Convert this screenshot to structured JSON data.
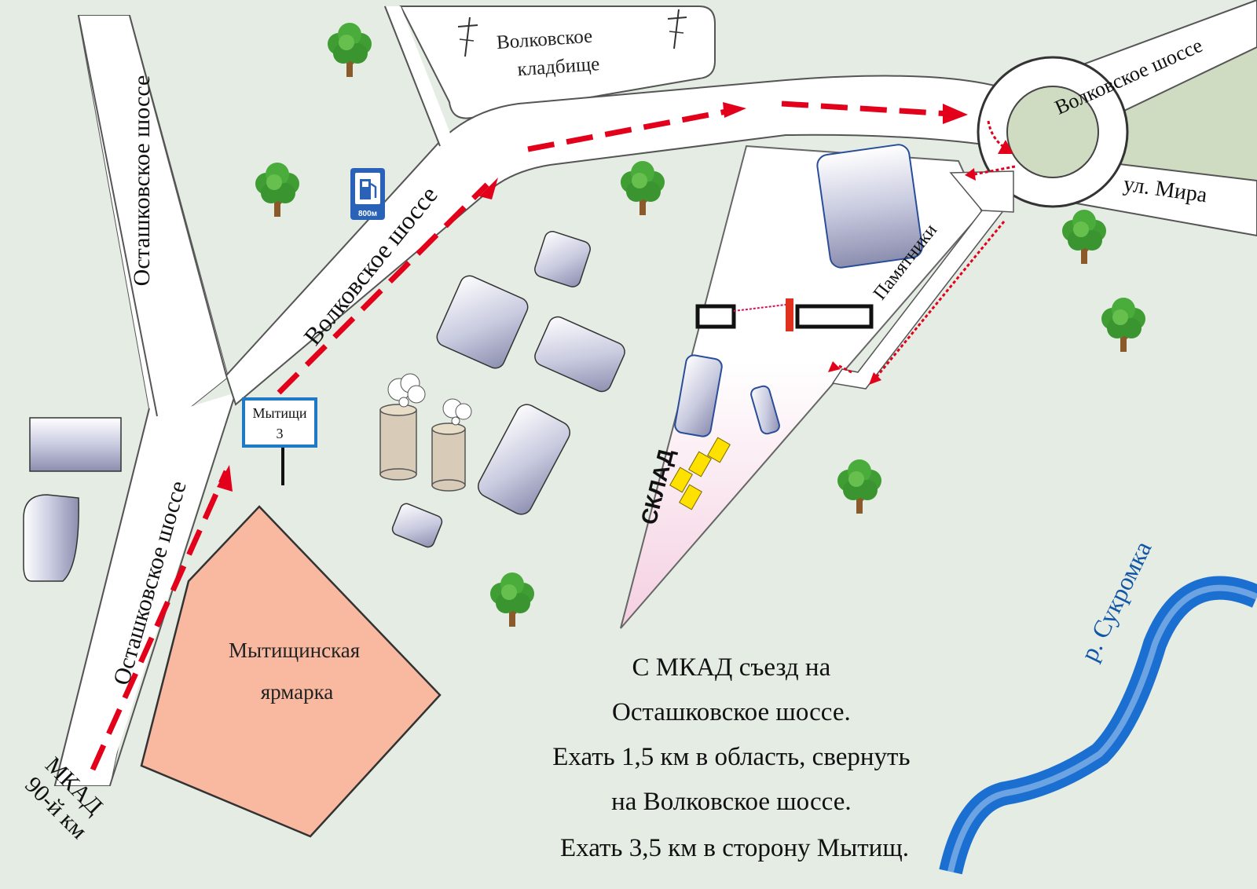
{
  "map": {
    "colors": {
      "land": "#e4ece4",
      "road": "#ffffff",
      "route": "#e3001b",
      "fair": "#f9b9a0",
      "river": "#1a6fd1",
      "park": "#cfdcc2",
      "warehouse_area": "#f6d6e4",
      "markers": "#ffe100"
    },
    "streets": {
      "ostashkovskoe_upper": "Осташковское шоссе",
      "ostashkovskoe_lower": "Осташковское шоссе",
      "volkovskoe_main": "Волковское шоссе",
      "volkovskoe_east": "Волковское шоссе",
      "ulitsa_mira": "ул. Мира",
      "mkad_line1": "МКАД",
      "mkad_line2": "90-й км"
    },
    "labels": {
      "cemetery_line1": "Волковское",
      "cemetery_line2": "кладбище",
      "fair_line1": "Мытищинская",
      "fair_line2": "ярмарка",
      "river": "р. Сукромка",
      "warehouse": "СКЛАД",
      "monuments": "Памятники"
    },
    "sign": {
      "line1": "Мытищи",
      "line2": "3"
    },
    "fuel_sign": {
      "icon": "fuel-pump-icon",
      "distance": "800м"
    },
    "directions": [
      "С МКАД  съезд на",
      "Осташковское шоссе.",
      "Ехать 1,5 км в область, свернуть",
      "на Волковское шоссе.",
      "Ехать 3,5 км в сторону Мытищ."
    ]
  }
}
